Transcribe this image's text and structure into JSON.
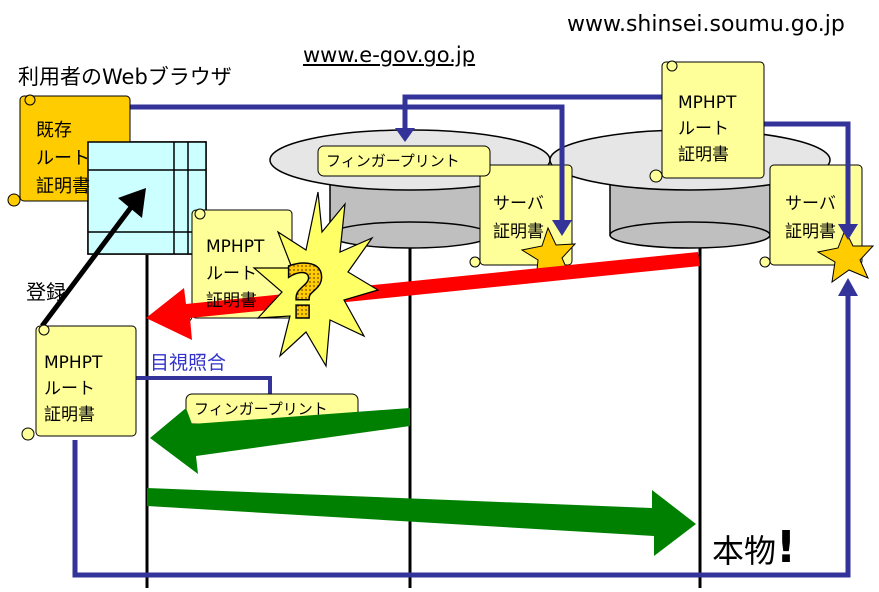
{
  "urls": {
    "shinsei": "www.shinsei.soumu.go.jp",
    "egov": "www.e-gov.go.jp"
  },
  "labels": {
    "browser": "利用者のWebブラウザ",
    "register": "登録",
    "visual_check": "目視照合",
    "genuine": "本物",
    "exclamation": "!",
    "question": "?"
  },
  "scrolls": {
    "existing_root": [
      "既存",
      "ルート",
      "証明書"
    ],
    "mphpt_top": [
      "MPHPT",
      "ルート",
      "証明書"
    ],
    "mphpt_fake": [
      "MPHPT",
      "ルート",
      "証明書"
    ],
    "mphpt_user": [
      "MPHPT",
      "ルート",
      "証明書"
    ],
    "server_cert": [
      "サーバ",
      "証明書"
    ],
    "server_cert_right": [
      "サーバ",
      "証明書"
    ]
  },
  "fingerprint": {
    "top": "フィンガープリント",
    "bottom": "フィンガープリント"
  },
  "colors": {
    "scroll_yellow": "#ffff99",
    "scroll_orange": "#ffcc00",
    "browser_cyan": "#ccffff",
    "server_gray": "#c0c0c0",
    "blue_line": "#333399",
    "red_arrow": "#ff0000",
    "green_arrow": "#008000",
    "visual_check_text": "#3333cc",
    "star_fill": "#ffff66",
    "seal_fill": "#ffcc00"
  }
}
